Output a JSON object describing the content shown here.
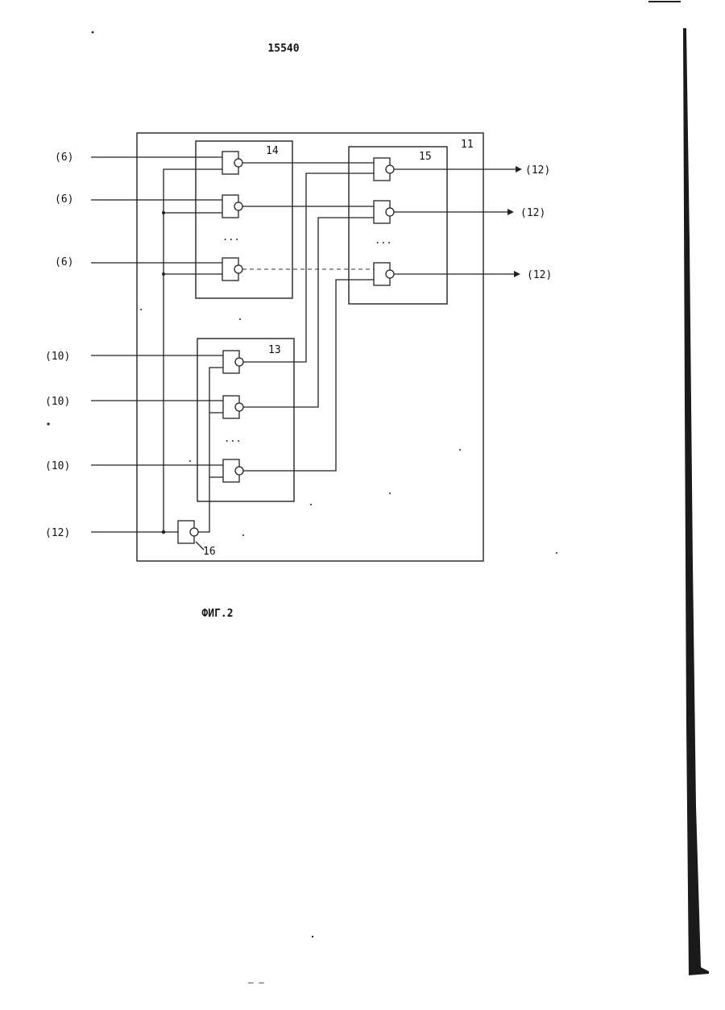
{
  "page_number": "15540",
  "caption": "ФИГ.2",
  "footer_mark": "– –",
  "ellipsis": "...",
  "blocks": {
    "outer": "11",
    "inputs_group": "14",
    "outputs_group": "15",
    "feedback_group": "13",
    "control_element": "16"
  },
  "signals": {
    "inputs_top": [
      "(6)",
      "(6)",
      "(6)"
    ],
    "inputs_mid": [
      "(10)",
      "(10)",
      "(10)"
    ],
    "input_bottom": "(12)",
    "outputs": [
      "(12)",
      "(12)",
      "(12)"
    ]
  }
}
